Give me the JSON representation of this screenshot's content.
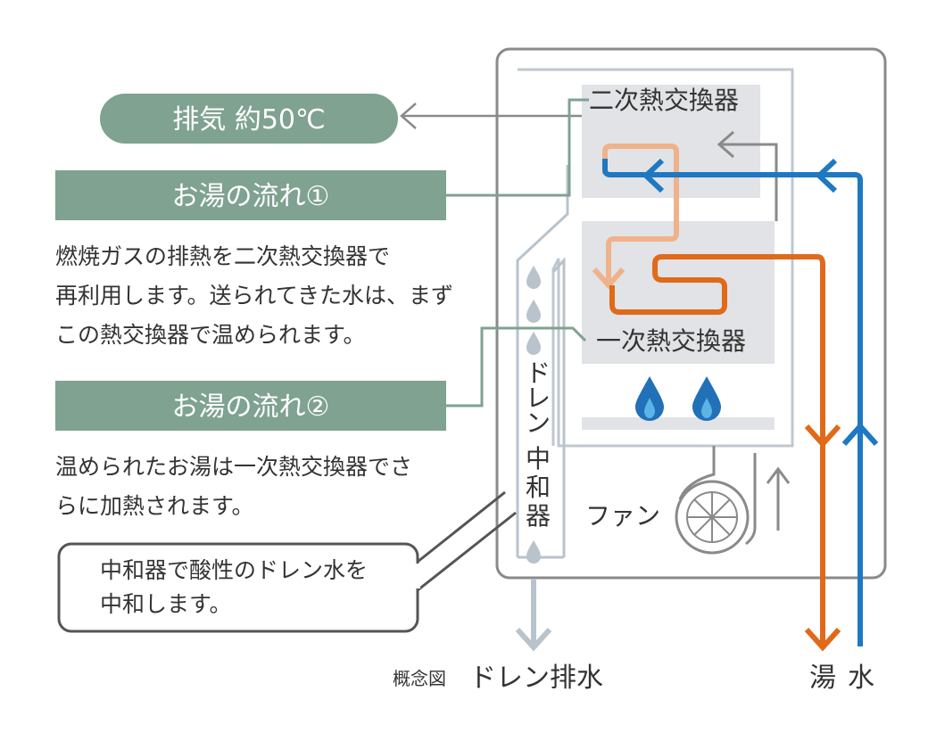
{
  "colors": {
    "green": "#7fa291",
    "hot": "#e06a1a",
    "hot_light": "#f0b28a",
    "cold": "#1e78c2",
    "drain": "#b8c3cc",
    "outline": "#8a8a8a",
    "panel": "#e1e3e6",
    "text": "#333333",
    "flame_outer": "#2170b8",
    "flame_inner": "#5bb3e6"
  },
  "exhaust": {
    "label": "排気 約50℃"
  },
  "flow1": {
    "title": "お湯の流れ①",
    "lines": [
      "燃焼ガスの排熱を二次熱交換器で",
      "再利用します。送られてきた水は、まず",
      "この熱交換器で温められます。"
    ]
  },
  "flow2": {
    "title": "お湯の流れ②",
    "lines": [
      "温められたお湯は一次熱交換器でさ",
      "らに加熱されます。"
    ]
  },
  "neutralizer_note": {
    "lines": [
      "中和器で酸性のドレン水を",
      "中和します。"
    ]
  },
  "unit": {
    "secondary_hx": "二次熱交換器",
    "primary_hx": "一次熱交換器",
    "neutralizer": [
      "ド",
      "レ",
      "ン",
      "中",
      "和",
      "器"
    ],
    "fan": "ファン"
  },
  "bottom": {
    "caption": "概念図",
    "drain": "ドレン排水",
    "hot_water": "湯",
    "water": "水"
  },
  "icons": [
    "arrow-left-icon",
    "arrow-down-icon",
    "arrow-up-icon",
    "flame-icon",
    "water-drop-icon",
    "fan-icon"
  ]
}
